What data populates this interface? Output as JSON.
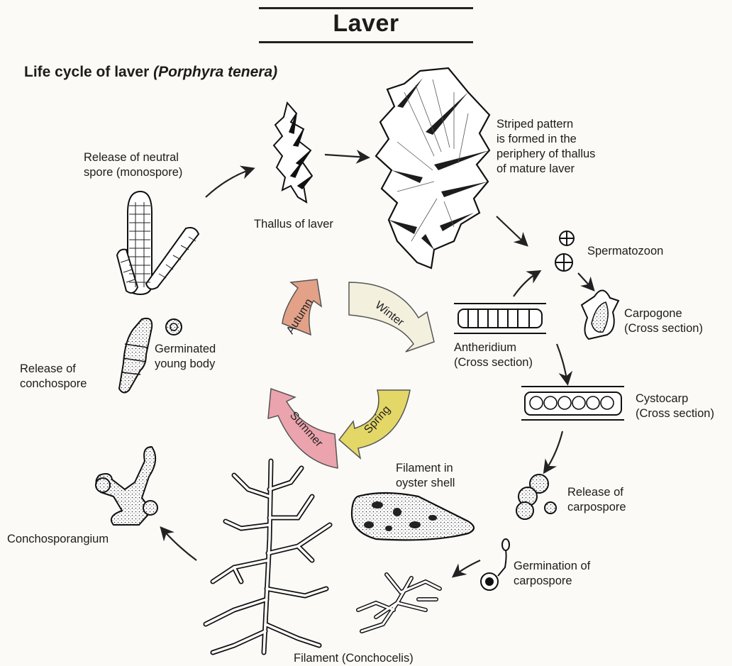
{
  "title": "Laver",
  "subtitle": {
    "main": "Life cycle of laver",
    "italic": "(Porphyra tenera)"
  },
  "labels": {
    "neutral_spore": "Release of neutral\nspore (monospore)",
    "thallus": "Thallus of laver",
    "striped": "Striped pattern\nis formed in the\nperiphery of thallus\nof mature laver",
    "spermatozoon": "Spermatozoon",
    "carpogone": "Carpogone\n(Cross section)",
    "antheridium": "Antheridium\n(Cross section)",
    "cystocarp": "Cystocarp\n(Cross section)",
    "germinated": "Germinated\nyoung body",
    "conchospore": "Release of\nconchospore",
    "filament_oyster": "Filament in\noyster shell",
    "carpospore_release": "Release of\ncarpospore",
    "conchosporangium": "Conchosporangium",
    "germination_carpospore": "Germination of\ncarpospore",
    "filament_conchocelis": "Filament (Conchocelis)"
  },
  "seasons": [
    {
      "name": "Autumn",
      "color": "#e3a188"
    },
    {
      "name": "Winter",
      "color": "#f4f0de"
    },
    {
      "name": "Spring",
      "color": "#e3d767"
    },
    {
      "name": "Summer",
      "color": "#eba3ad"
    }
  ]
}
